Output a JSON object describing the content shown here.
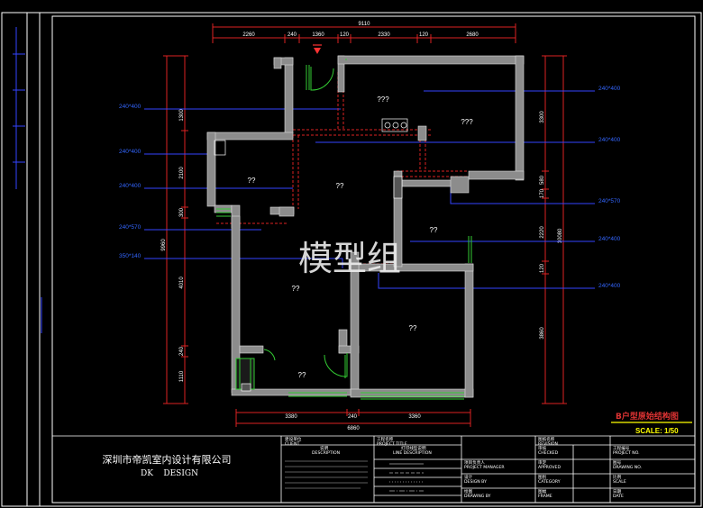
{
  "colors": {
    "background": "#000000",
    "frame": "#ffffff",
    "wall": "#8c8c8c",
    "wall_edge": "#dcdcdc",
    "window": "#33cc33",
    "dimension": "#dd2222",
    "leader": "#3344ff",
    "label": "#ffffff",
    "beam_label": "#dd3333",
    "title_block": "#ffffff",
    "scale_text": "#ffff00",
    "watermark": "#eeeeee"
  },
  "dimensions": {
    "top_total": "9110",
    "top": [
      "2260",
      "240",
      "1360",
      "120",
      "2330",
      "120",
      "2680"
    ],
    "bottom_total": "6860",
    "bottom": [
      "3380",
      "240",
      "3360"
    ],
    "left_total": "9960",
    "left": [
      "1300",
      "2100",
      "300",
      "4010",
      "240",
      "1110"
    ],
    "right_total": "10080",
    "right": [
      "3300",
      "580",
      "170",
      "2220",
      "120",
      "3860"
    ]
  },
  "beams": {
    "left": [
      "240*400",
      "240*400",
      "240*400",
      "240*570",
      "350*140"
    ],
    "right": [
      "240*400",
      "240*400",
      "240*570",
      "240*400",
      "240*400"
    ]
  },
  "rooms": [
    "???",
    "???",
    "??",
    "??",
    "??",
    "??",
    "??",
    "??"
  ],
  "watermark": "模型组",
  "drawing_title": "B户型原始结构图",
  "scale": "SCALE: 1/50",
  "company": {
    "name_cn": "深圳市帝凯室内设计有限公司",
    "name_en": "DK    DESIGN"
  },
  "title_block": {
    "client_cn": "建设单位",
    "client_en": "CLIENT",
    "desc_cn": "说明",
    "desc_en": "DESCRIPTION",
    "project_cn": "工程名称",
    "project_en": "PROJECT TITLE",
    "line_cn": "打印线型说明",
    "line_en": "LINE DESCRIPTION",
    "pm_cn": "项目负责人",
    "pm_en": "PROJECT MANAGER",
    "design_cn": "设计",
    "design_en": "DESIGN BY",
    "drawn_cn": "绘图",
    "drawn_en": "DRAWING BY",
    "revision_cn": "图纸名称",
    "revision_en": "REVISION",
    "checked_cn": "审核",
    "checked_en": "CHECKED",
    "approved_cn": "审定",
    "approved_en": "APPROVED",
    "category_cn": "图别",
    "category_en": "CATEGORY",
    "frame_cn": "图幅",
    "frame_en": "FRAME",
    "project_no_cn": "工程编号",
    "project_no_en": "PROJECT NO.",
    "drawing_no_cn": "图号",
    "drawing_no_en": "DRAWING NO.",
    "scale_cn": "比例",
    "scale_en": "SCALE",
    "date_cn": "日期",
    "date_en": "DATE"
  }
}
